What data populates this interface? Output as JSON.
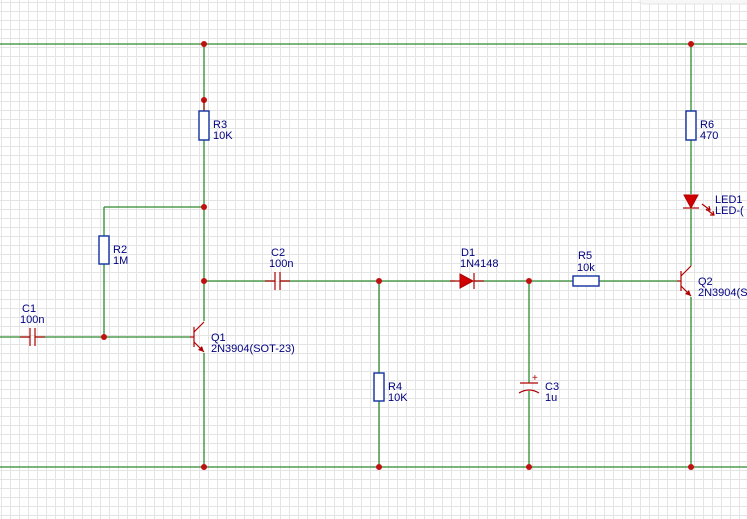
{
  "components": {
    "R3": {
      "ref": "R3",
      "value": "10K"
    },
    "R2": {
      "ref": "R2",
      "value": "1M"
    },
    "R6": {
      "ref": "R6",
      "value": "470"
    },
    "LED1": {
      "ref": "LED1",
      "value": "LED-("
    },
    "C1": {
      "ref": "C1",
      "value": "100n"
    },
    "C2": {
      "ref": "C2",
      "value": "100n"
    },
    "D1": {
      "ref": "D1",
      "value": "1N4148"
    },
    "R5": {
      "ref": "R5",
      "value": "10k"
    },
    "Q1": {
      "ref": "Q1",
      "value": "2N3904(SOT-23)"
    },
    "Q2": {
      "ref": "Q2",
      "value": "2N3904(S"
    },
    "R4": {
      "ref": "R4",
      "value": "10K"
    },
    "C3": {
      "ref": "C3",
      "value": "1u",
      "polarity_mark": "+"
    }
  },
  "colors": {
    "wire": "#2e8b2e",
    "component": "#b00000",
    "resistor": "#1030a0",
    "junction": "#c01010",
    "label": "#000080",
    "grid": "#e4e4e4"
  }
}
